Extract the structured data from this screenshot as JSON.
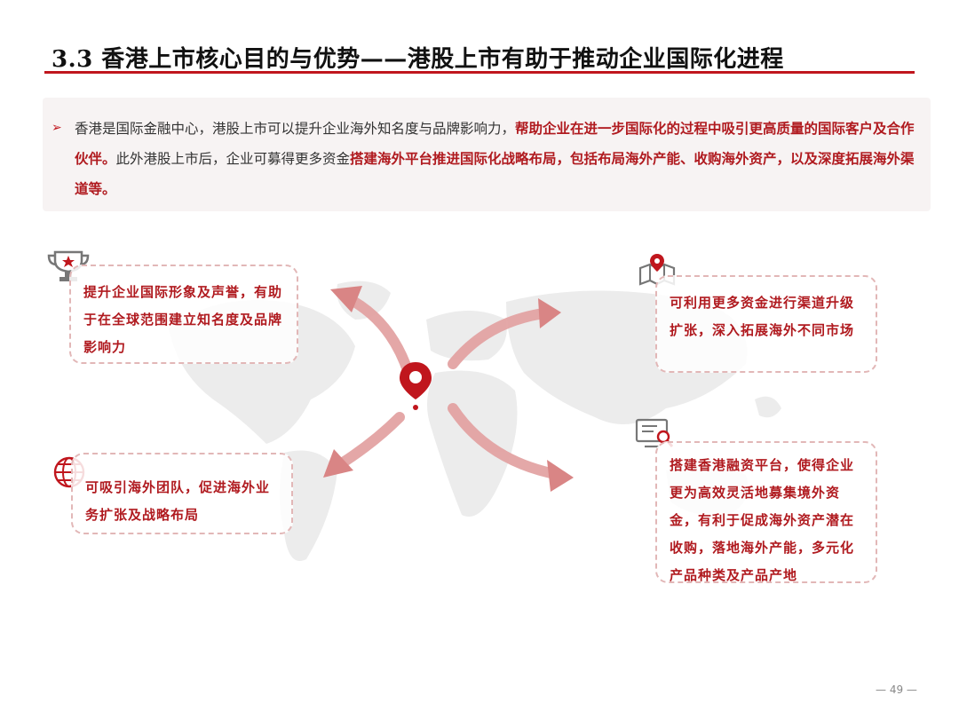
{
  "header": {
    "title": "3.3 香港上市核心目的与优势——港股上市有助于推动企业国际化进程"
  },
  "intro": {
    "bullet": "➢",
    "part1": "香港是国际金融中心，港股上市可以提升企业海外知名度与品牌影响力，",
    "part2": "帮助企业在进一步国际化的过程中吸引更高质量的国际客户及合作伙伴。",
    "part3": "此外港股上市后，企业可募得更多资金",
    "part4": "搭建海外平台推进国际化战略布局，包括布局海外产能、收购海外资产，以及深度拓展海外渠道等。"
  },
  "cards": {
    "top_left": "提升企业国际形象及声誉，有助于在全球范围建立知名度及品牌影响力",
    "top_right": "可利用更多资金进行渠道升级扩张，深入拓展海外不同市场",
    "bottom_left": "可吸引海外团队，促进海外业务扩张及战略布局",
    "bottom_right": "搭建香港融资平台，使得企业更为高效灵活地募集境外资金，有利于促成海外资产潜在收购，落地海外产能，多元化产品种类及产品产地"
  },
  "icons": {
    "top_left": "trophy-icon",
    "top_right": "map-location-icon",
    "bottom_left": "globe-icon",
    "bottom_right": "search-computer-icon",
    "center": "location-pin-icon"
  },
  "colors": {
    "accent": "#c0161d",
    "highlight_text": "#b01a1f",
    "arrow": "#d98585",
    "map": "#ececec"
  },
  "footer": {
    "page": "— 49 —"
  }
}
